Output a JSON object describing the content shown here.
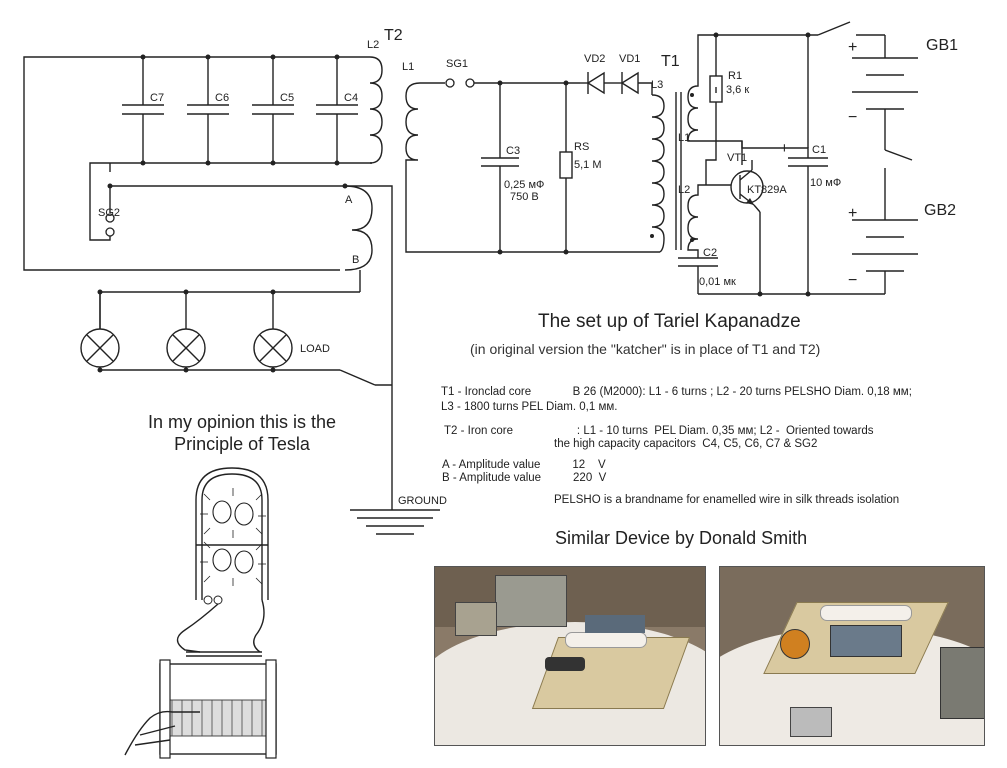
{
  "components": {
    "t2": "T2",
    "t2_l2": "L2",
    "t1": "T1",
    "c7": "C7",
    "c6": "C6",
    "c5": "C5",
    "c4": "C4",
    "sg2": "SG2",
    "a": "A",
    "b": "B",
    "l1_left": "L1",
    "sg1": "SG1",
    "c3": "C3",
    "c3_val1": "0,25 мФ",
    "c3_val2": "750 В",
    "rs": "RS",
    "rs_val": "5,1 M",
    "vd2": "VD2",
    "vd1": "VD1",
    "l3": "L3",
    "r1": "R1",
    "r1_val": "3,6 к",
    "l1_right": "L1",
    "vt1": "VT1",
    "vt1_type": "KT829A",
    "c1": "C1",
    "c1_val": "10 мФ",
    "l2_right": "L2",
    "c2": "C2",
    "c2_val": "0,01 мк",
    "gb1": "GB1",
    "gb2": "GB2",
    "plus": "+",
    "minus": "−",
    "load": "LOAD",
    "ground": "GROUND"
  },
  "text": {
    "title": "The set up of Tariel Kapanadze",
    "subtitle": "(in original version the \"katcher\" is in place of T1 and T2)",
    "opinion_line1": "In my opinion this is the",
    "opinion_line2": "Principle of Tesla",
    "t1_spec_1": "T1 - Ironclad core             B 26 (M2000): L1 - 6 turns ; L2 - 20 turns PELSHO Diam. 0,18 мм;",
    "t1_spec_2": "L3 - 1800 turns PEL Diam. 0,1 мм.",
    "t2_spec_1": "T2 - Iron core                    : L1 - 10 turns  PEL Diam. 0,35 мм; L2 -  Oriented towards",
    "t2_spec_2": "the high capacity capacitors  C4, C5, C6, C7 & SG2",
    "amp_a": "A - Amplitude value          12    V",
    "amp_b": "B - Amplitude value          220  V",
    "pelsho_note": "PELSHO is a brandname for enamelled wire in silk threads isolation",
    "similar": "Similar Device by Donald Smith"
  }
}
